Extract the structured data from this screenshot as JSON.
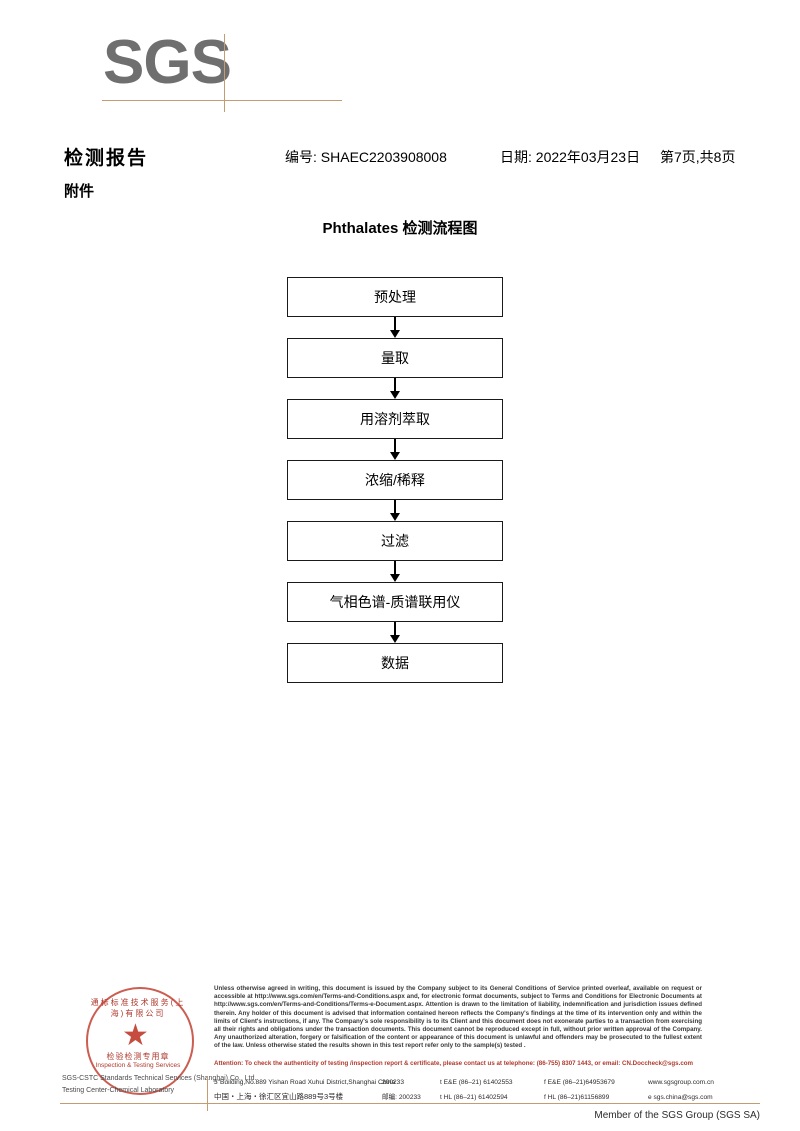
{
  "logo": {
    "text": "SGS"
  },
  "header": {
    "title": "检测报告",
    "attachment_label": "附件",
    "report_no": "编号: SHAEC2203908008",
    "date": "日期: 2022年03月23日",
    "page": "第7页,共8页"
  },
  "flowchart": {
    "title": "Phthalates 检测流程图",
    "steps": [
      {
        "label": "预处理"
      },
      {
        "label": "量取"
      },
      {
        "label": "用溶剂萃取"
      },
      {
        "label": "浓缩/稀释"
      },
      {
        "label": "过滤"
      },
      {
        "label": "气相色谱-质谱联用仪"
      },
      {
        "label": "数据"
      }
    ]
  },
  "seal": {
    "arc_text": "通标标准技术服务(上海)有限公司",
    "center_cn": "检验检测专用章",
    "center_en": "Inspection & Testing Services",
    "star": "★"
  },
  "company": {
    "line1": "SGS-CSTC Standards Technical Services (Shanghai) Co., Ltd.",
    "line2": "Testing Center-Chemical Laboratory"
  },
  "footer": {
    "legal": "Unless otherwise agreed in writing, this document is issued by the Company subject to its General Conditions of Service printed overleaf, available on request or accessible at http://www.sgs.com/en/Terms-and-Conditions.aspx and, for electronic format documents, subject to Terms and Conditions for Electronic Documents at http://www.sgs.com/en/Terms-and-Conditions/Terms-e-Document.aspx. Attention is drawn to the limitation of liability, indemnification and jurisdiction issues defined therein. Any holder of this document is advised that information contained hereon reflects the Company's findings at the time of its intervention only and within the limits of Client's instructions, if any. The Company's sole responsibility is to its Client and this document does not exonerate parties to a transaction from exercising all their rights and obligations under the transaction documents. This document cannot be reproduced except in full, without prior written approval of the Company. Any unauthorized alteration, forgery or falsification of the content or appearance of this document is unlawful and offenders may be prosecuted to the fullest extent of the law. Unless otherwise stated the results shown in this test report refer only to the sample(s) tested .",
    "attention": "Attention: To check the authenticity of testing /inspection report & certificate, please contact us at telephone: (86-755) 8307 1443, or email: CN.Doccheck@sgs.com",
    "address_en": "3\"Building,No.889 Yishan Road Xuhui District,Shanghai China",
    "postcode_en": "200233",
    "address_cn": "中国・上海・徐汇区宜山路889号3号楼",
    "postcode_cn_label": "邮编: 200233",
    "tel_ee_1": "t E&E (86–21) 61402553",
    "tel_ee_2": "f E&E (86–21)64953679",
    "tel_hl_1": "t HL (86–21) 61402594",
    "tel_hl_2": "f HL (86–21)61156899",
    "website": "www.sgsgroup.com.cn",
    "email": "e  sgs.china@sgs.com",
    "member": "Member of the SGS Group (SGS SA)"
  }
}
